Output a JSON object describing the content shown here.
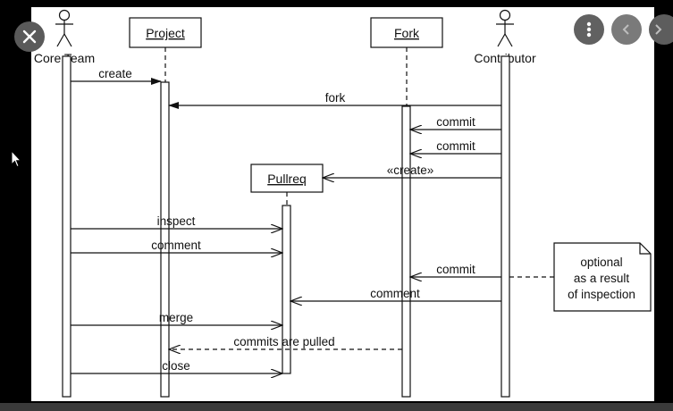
{
  "viewer": {
    "close_icon": "close-icon",
    "more_icon": "more-vertical-icon",
    "prev_icon": "chevron-left-icon",
    "next_icon": "chevron-right-icon",
    "colors": {
      "backdrop": "#000000",
      "button": "#616161",
      "panel": "#ffffff"
    }
  },
  "diagram": {
    "actors": {
      "core_team": "Core Team",
      "contributor": "Contributor"
    },
    "objects": {
      "project": "Project",
      "fork": "Fork",
      "pullreq": "Pullreq"
    },
    "messages": {
      "create": "create",
      "fork": "fork",
      "commit1": "commit",
      "commit2": "commit",
      "create_pullreq": "«create»",
      "inspect": "inspect",
      "comment1": "comment",
      "commit3": "commit",
      "comment2": "comment",
      "merge": "merge",
      "commits_pulled": "commits are pulled",
      "close": "close"
    },
    "note": {
      "line1": "optional",
      "line2": "as a result",
      "line3": "of inspection"
    }
  }
}
